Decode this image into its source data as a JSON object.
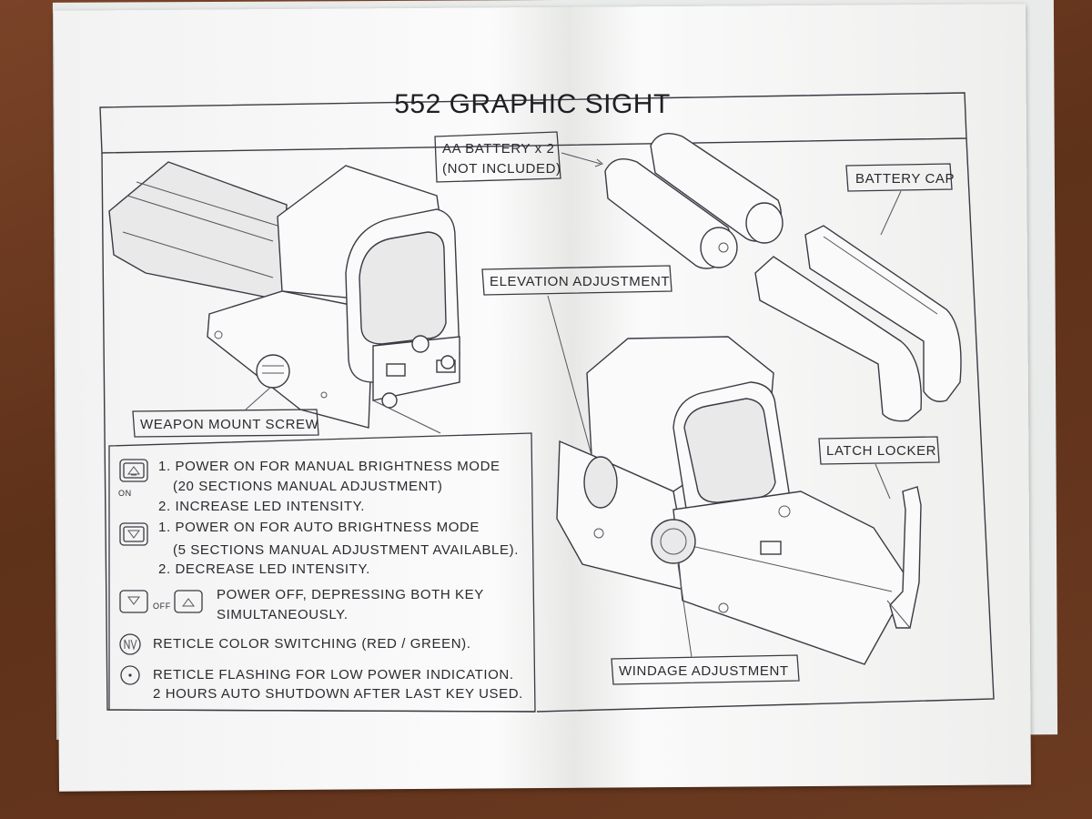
{
  "title": "552 GRAPHIC SIGHT",
  "callouts": {
    "battery_line1": "AA BATTERY x 2",
    "battery_line2": "(NOT INCLUDED)",
    "battery_cap": "BATTERY CAP",
    "elevation": "ELEVATION ADJUSTMENT",
    "latch_locker": "LATCH LOCKER",
    "weapon_mount_screw": "WEAPON MOUNT SCREW",
    "windage": "WINDAGE ADJUSTMENT"
  },
  "icon_labels": {
    "on": "ON",
    "off": "OFF"
  },
  "instructions": {
    "up_key": {
      "icon": "up-arrow-key-icon",
      "line1": "1. POWER ON FOR MANUAL BRIGHTNESS MODE",
      "line2": "(20 SECTIONS MANUAL ADJUSTMENT)",
      "line3": "2. INCREASE LED INTENSITY."
    },
    "down_key": {
      "icon": "down-arrow-key-icon",
      "line1": "1. POWER ON FOR AUTO BRIGHTNESS MODE",
      "line2": "(5 SECTIONS MANUAL ADJUSTMENT AVAILABLE).",
      "line3": "2. DECREASE LED INTENSITY."
    },
    "both_keys": {
      "icon": "both-keys-icon",
      "line1": "POWER OFF, DEPRESSING BOTH KEY",
      "line2": "SIMULTANEOUSLY."
    },
    "nv_key": {
      "icon": "nv-key-icon",
      "line1": "RETICLE COLOR SWITCHING (RED / GREEN)."
    },
    "dot": {
      "icon": "dot-indicator-icon",
      "line1": "RETICLE FLASHING FOR LOW POWER INDICATION.",
      "line2": "2 HOURS AUTO SHUTDOWN AFTER LAST KEY USED."
    }
  }
}
